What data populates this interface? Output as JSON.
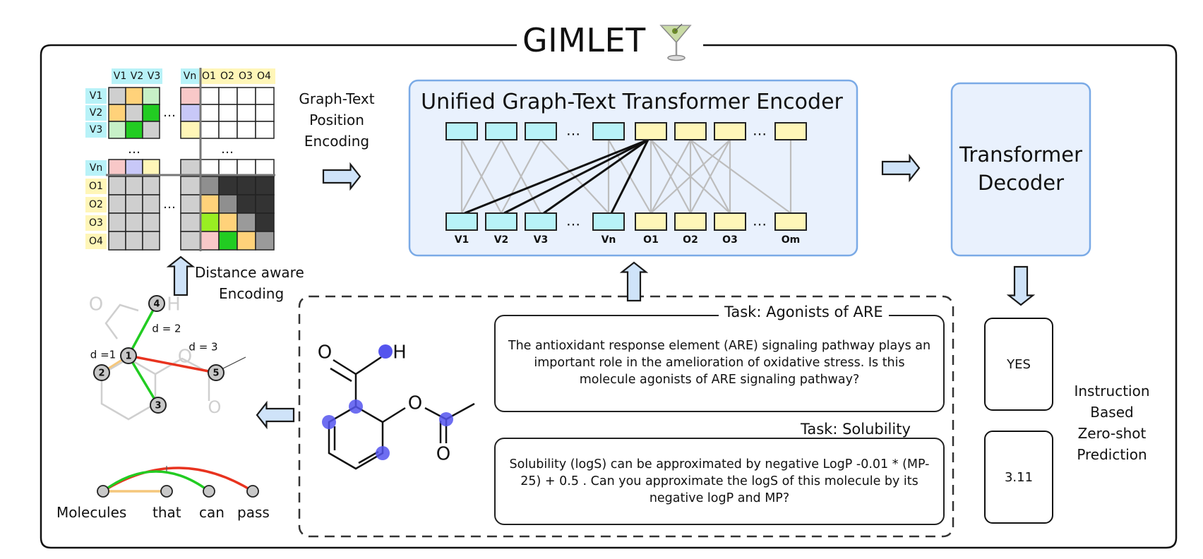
{
  "title": "GIMLET",
  "encoding": {
    "position_label_lines": [
      "Graph-Text",
      "Position",
      "Encoding"
    ],
    "distance_label_lines": [
      "Distance aware",
      "Encoding"
    ]
  },
  "matrix": {
    "top_headers": [
      "V1",
      "V2",
      "V3",
      "Vn",
      "O1",
      "O2",
      "O3",
      "O4"
    ],
    "row_headers": [
      "V1",
      "V2",
      "V3",
      "Vn",
      "O1",
      "O2",
      "O3",
      "O4"
    ],
    "ellipsis": "…"
  },
  "encoder": {
    "title": "Unified Graph-Text Transformer Encoder",
    "bottom_labels": [
      "V1",
      "V2",
      "V3",
      "Vn",
      "O1",
      "O2",
      "O3",
      "Om"
    ],
    "ellipsis": "…"
  },
  "decoder": {
    "title_lines": [
      "Transformer",
      "Decoder"
    ]
  },
  "graph": {
    "node_labels": [
      "1",
      "2",
      "3",
      "4",
      "5"
    ],
    "distance_labels": [
      "d =1",
      "d = 2",
      "d = 3"
    ],
    "molecule_atoms": [
      "O",
      "H"
    ]
  },
  "sentence": {
    "words": [
      "Molecules",
      "that",
      "can",
      "pass"
    ]
  },
  "tasks": [
    {
      "title": "Task: Agonists of ARE",
      "text": "The antioxidant response element (ARE) signaling pathway plays an important role in the amelioration of oxidative stress. Is this molecule agonists of ARE signaling pathway?"
    },
    {
      "title": "Task: Solubility",
      "text": "Solubility (logS) can be approximated by negative LogP -0.01 * (MP-25) + 0.5 . Can you approximate the logS of this molecule by its negative logP and MP?"
    }
  ],
  "outputs": [
    "YES",
    "3.11"
  ],
  "prediction_label_lines": [
    "Instruction",
    "Based",
    "Zero-shot",
    "Prediction"
  ],
  "colors": {
    "cyan": "#b8f2f8",
    "yellow": "#fff6b8",
    "encoder_bg": "#e9f1fd",
    "encoder_border": "#7aaae6",
    "arrow_fill": "#cfe3f9",
    "red_edge": "#e8331f",
    "green_edge": "#22cc22",
    "orange_edge": "#f5c77c",
    "atom_blue": "#5555ee"
  }
}
